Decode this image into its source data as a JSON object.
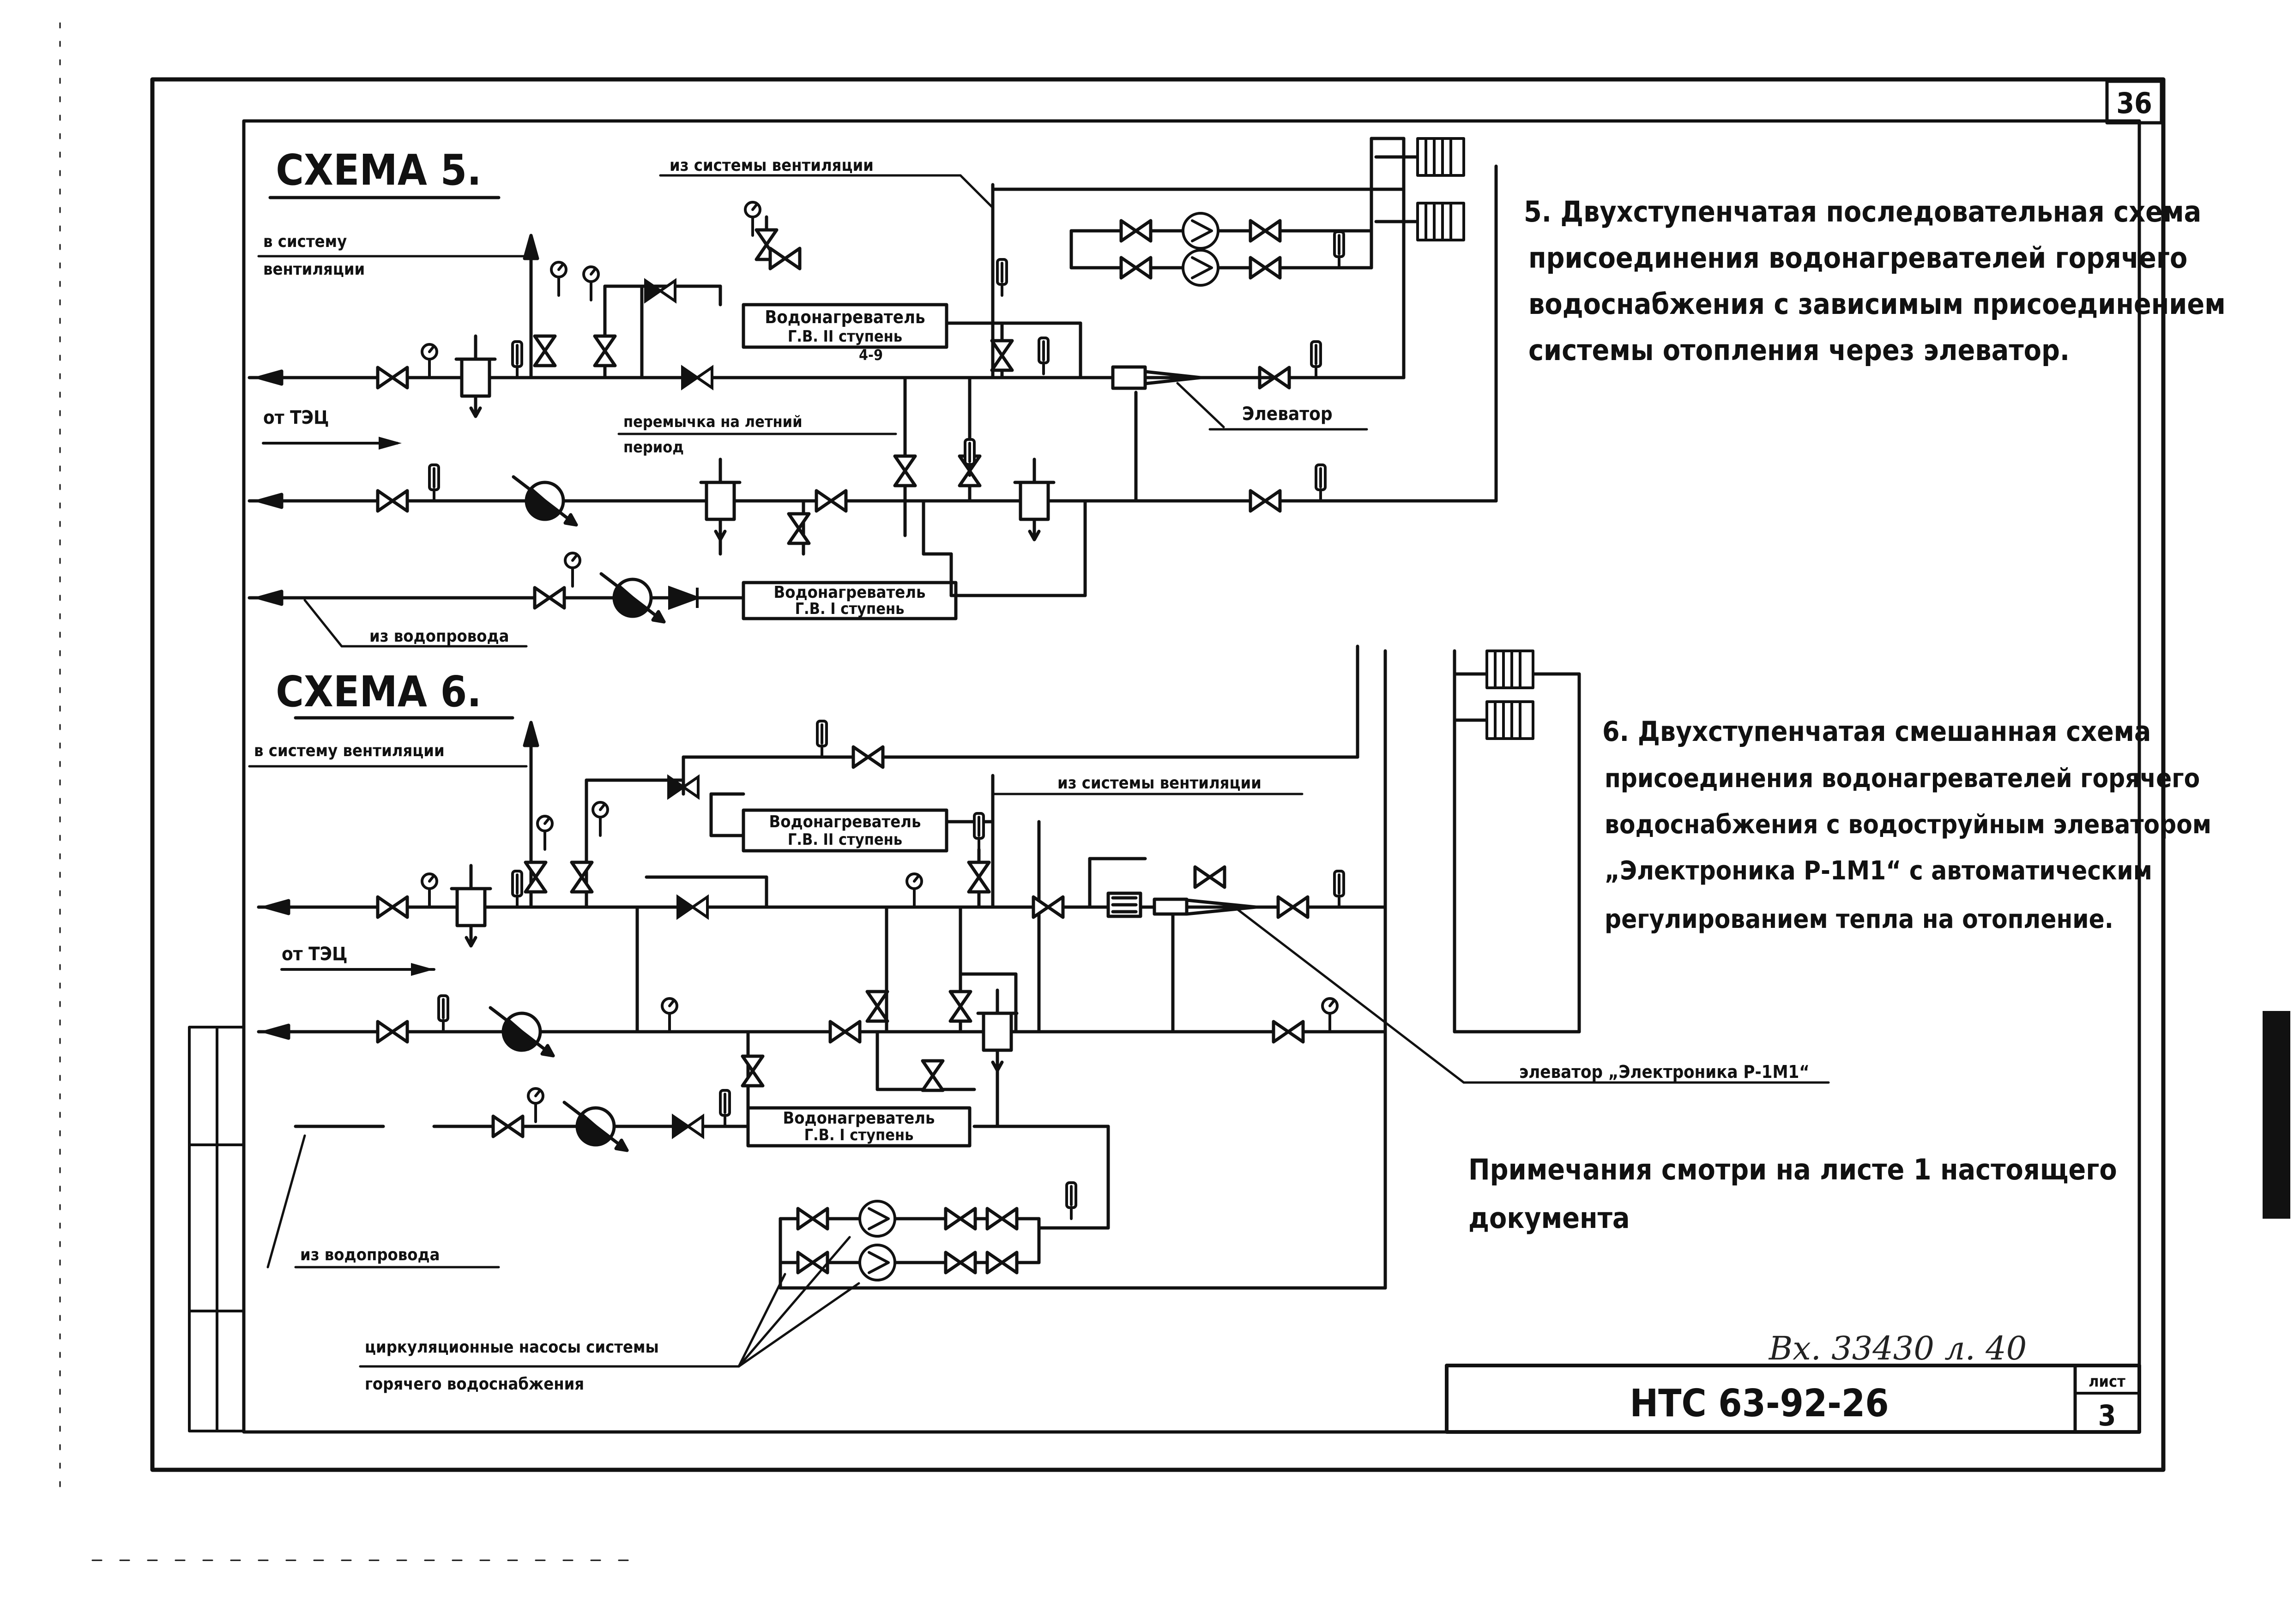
{
  "sheet": {
    "page_number": "36",
    "stamp_reference": "Вх. 33430 л. 40",
    "doc_code": "НТС 63-92-26",
    "sheet_label": "лист",
    "sheet_number": "3"
  },
  "scheme5": {
    "title": "СХЕМА 5.",
    "description_lines": [
      "5. Двухступенчатая последовательная схема",
      "присоединения водонагревателей горячего",
      "водоснабжения с зависимым присоединением",
      "системы отопления через элеватор."
    ],
    "labels": {
      "from_ventilation": "из системы вентиляции",
      "to_ventilation_1": "в систему",
      "to_ventilation_2": "вентиляции",
      "from_tec": "от ТЭЦ",
      "summer_bypass_1": "перемычка на летний",
      "summer_bypass_2": "период",
      "elevator": "Элеватор",
      "from_water_main": "из водопровода",
      "heater2_line1": "Водонагреватель",
      "heater2_line2": "Г.В. II ступень",
      "heater1_line1": "Водонагреватель",
      "heater1_line2": "Г.В. I ступень",
      "valve_mark": "4-9"
    }
  },
  "scheme6": {
    "title": "СХЕМА 6.",
    "description_lines": [
      "6. Двухступенчатая смешанная схема",
      "присоединения водонагревателей горячего",
      "водоснабжения с водоструйным элеватором",
      "„Электроника Р-1М1“ с автоматическим",
      "регулированием тепла на отопление."
    ],
    "labels": {
      "to_ventilation": "в систему вентиляции",
      "from_ventilation": "из системы вентиляции",
      "from_tec": "от ТЭЦ",
      "elevator_electronics": "элеватор „Электроника Р-1М1“",
      "from_water_main": "из водопровода",
      "pumps_line1": "циркуляционные насосы системы",
      "pumps_line2": "горячего водоснабжения",
      "heater2_line1": "Водонагреватель",
      "heater2_line2": "Г.В. II ступень",
      "heater1_line1": "Водонагреватель",
      "heater1_line2": "Г.В. I ступень"
    }
  },
  "notes": {
    "line1": "Примечания смотри на листе 1 настоящего",
    "line2": "документа"
  }
}
